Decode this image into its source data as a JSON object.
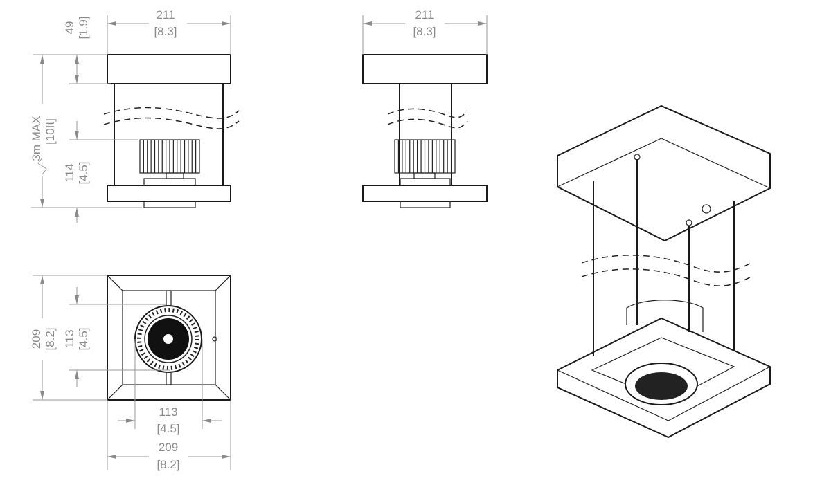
{
  "front_view": {
    "width_mm": "211",
    "width_in": "[8.3]",
    "box_height_mm": "49",
    "box_height_in": "[1.9]",
    "drop_length": "3m MAX",
    "drop_length_imperial": "[10ft]",
    "fixture_height_mm": "114",
    "fixture_height_in": "[4.5]"
  },
  "side_view": {
    "width_mm": "211",
    "width_in": "[8.3]"
  },
  "bottom_view": {
    "height_mm": "209",
    "height_in": "[8.2]",
    "aperture_v_mm": "113",
    "aperture_v_in": "[4.5]",
    "aperture_h_mm": "113",
    "aperture_h_in": "[4.5]",
    "width_mm": "209",
    "width_in": "[8.2]"
  }
}
